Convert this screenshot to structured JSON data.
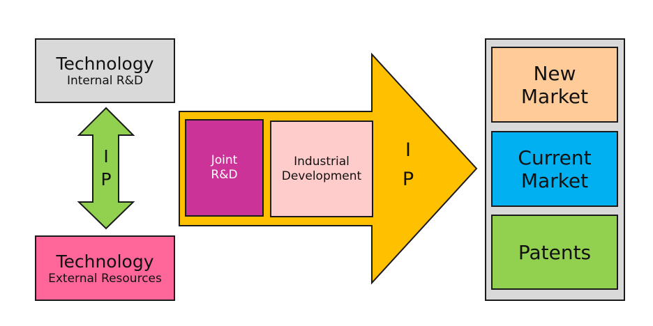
{
  "top_box": {
    "title": "Technology",
    "subtitle": "Internal R&D"
  },
  "bottom_box": {
    "title": "Technology",
    "subtitle": "External  Resources"
  },
  "vertical_arrow": {
    "line1": "I",
    "line2": "P"
  },
  "big_arrow": {
    "line1": "I",
    "line2": "P"
  },
  "joint_box": {
    "line1": "Joint",
    "line2": "R&D"
  },
  "industrial_box": {
    "line1": "Industrial",
    "line2": "Development"
  },
  "market_panel": {
    "new_market": {
      "line1": "New",
      "line2": "Market"
    },
    "current_market": {
      "line1": "Current",
      "line2": "Market"
    },
    "patents": {
      "label": "Patents"
    }
  },
  "colors": {
    "gray_box": "#d9d9d9",
    "pink_box": "#ff6699",
    "green_arrow": "#92d050",
    "gold_arrow": "#ffc000",
    "joint_purple": "#cc3399",
    "industrial_pink": "#ffcccc",
    "new_market_orange": "#ffcc99",
    "current_market_blue": "#00b0f0",
    "patents_green": "#92d050"
  }
}
